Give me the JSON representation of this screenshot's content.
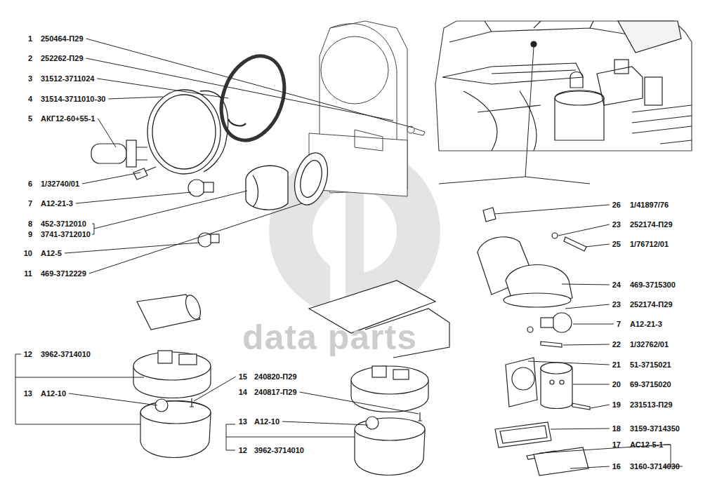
{
  "diagram": {
    "labels": [
      "1",
      "250464-П29",
      "2",
      "252262-П29",
      "3",
      "31512-3711024",
      "4",
      "31514-3711010-30",
      "5",
      "АКГ12-60+55-1",
      "6",
      "1/32740/01",
      "7",
      "А12-21-3",
      "8",
      "452-3712010",
      "9",
      "3741-3712010",
      "10",
      "А12-5",
      "11",
      "469-3712229",
      "12",
      "3962-3714010",
      "13",
      "А12-10",
      "15",
      "240820-П29",
      "14",
      "240817-П29",
      "13",
      "А12-10",
      "12",
      "3962-3714010",
      "26",
      "1/41897/76",
      "23",
      "252174-П29",
      "25",
      "1/76712/01",
      "24",
      "469-3715300",
      "23",
      "252174-П29",
      "7",
      "А12-21-3",
      "22",
      "1/32762/01",
      "21",
      "51-3715021",
      "20",
      "69-3715020",
      "19",
      "231513-П29",
      "18",
      "3159-3714350",
      "17",
      "АС12-5-1",
      "16",
      "3160-3714030",
      "data parts"
    ]
  }
}
